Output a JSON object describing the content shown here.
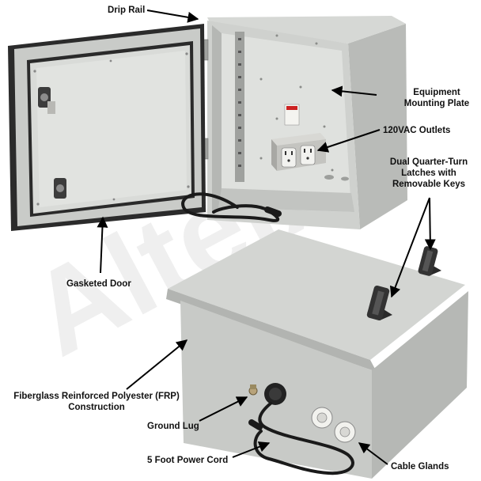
{
  "labels": {
    "drip_rail": "Drip Rail",
    "mounting_plate_l1": "Equipment",
    "mounting_plate_l2": "Mounting Plate",
    "outlets": "120VAC Outlets",
    "latches_l1": "Dual Quarter-Turn",
    "latches_l2": "Latches with",
    "latches_l3": "Removable Keys",
    "gasketed_door": "Gasketed Door",
    "frp_l1": "Fiberglass Reinforced Polyester (FRP)",
    "frp_l2": "Construction",
    "ground_lug": "Ground Lug",
    "power_cord": "5 Foot Power Cord",
    "cable_glands": "Cable Glands"
  },
  "watermark": "AltelX",
  "colors": {
    "enclosure_gray": "#c9cbc8",
    "enclosure_light": "#dcdedb",
    "enclosure_dark": "#a9aba8",
    "gasket": "#2a2a2a",
    "cord": "#1a1a1a",
    "outlet_white": "#f2f2ef",
    "arrow": "#000000"
  }
}
